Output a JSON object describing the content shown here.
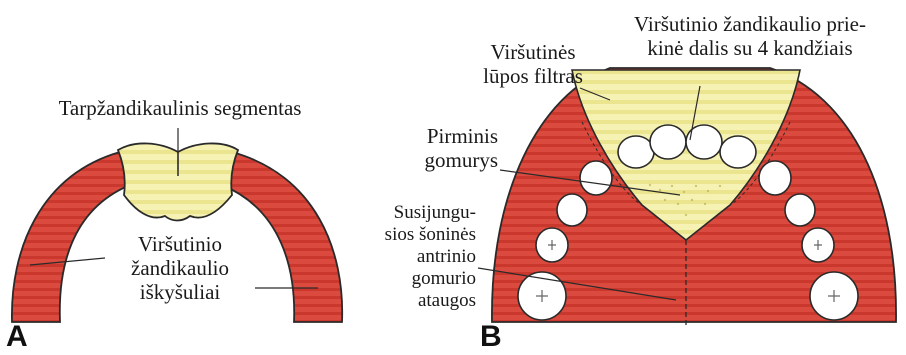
{
  "panel_a": {
    "letter": "A",
    "label_segment": "Tarpžandikaulinis segmentas",
    "label_processes": [
      "Viršutinio",
      "žandikaulio",
      "iškyšuliai"
    ]
  },
  "panel_b": {
    "letter": "B",
    "label_philtrum": [
      "Viršutinės",
      "lūpos filtras"
    ],
    "label_premaxilla": [
      "Viršutinio žandikaulio prie-",
      "kinė dalis su 4 kandžiais"
    ],
    "label_primary_palate": [
      "Pirminis",
      "gomurys"
    ],
    "label_secondary_palate": [
      "Susijungu-",
      "sios šoninės",
      "antrinio",
      "gomurio",
      "ataugos"
    ]
  },
  "colors": {
    "red_tissue": "#d8443a",
    "red_stripe": "#c23328",
    "yellow_tissue": "#f3efa6",
    "outline": "#2a2a2a"
  }
}
